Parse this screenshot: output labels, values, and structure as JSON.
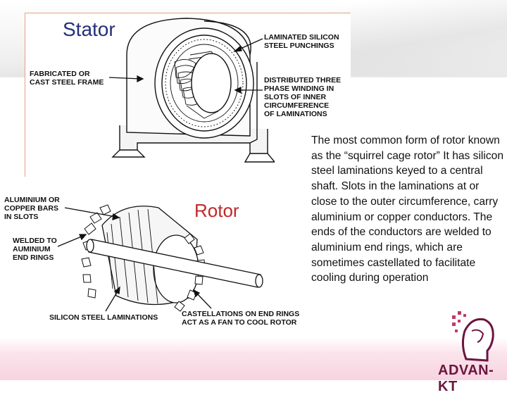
{
  "slide": {
    "stator_title": "Stator",
    "rotor_title": "Rotor",
    "stator_labels": {
      "laminated": "LAMINATED SILICON\nSTEEL PUNCHINGS",
      "frame": "FABRICATED OR\nCAST STEEL FRAME",
      "winding": "DISTRIBUTED THREE\nPHASE WINDING IN\nSLOTS OF INNER\nCIRCUMFERENCE\nOF LAMINATIONS"
    },
    "rotor_labels": {
      "bars": "ALUMINIUM OR\nCOPPER BARS\nIN SLOTS",
      "welded": "WELDED TO\nAUMINIUM\nEND RINGS",
      "laminations": "SILICON STEEL LAMINATIONS",
      "castellations": "CASTELLATIONS ON END RINGS\nACT AS A FAN TO COOL ROTOR"
    },
    "description": "The most common form of rotor known as the “squirrel cage rotor” It has silicon steel laminations keyed to a central shaft.  Slots in the laminations at or close to the outer circumference, carry aluminium or copper conductors. The ends of the conductors are welded to aluminium end rings, which are sometimes castellated to facilitate cooling during operation",
    "logo_text": "ADVAN-KT",
    "colors": {
      "title_blue": "#23307a",
      "rotor_red": "#c0282a",
      "logo_maroon": "#6b1540",
      "pink_band": "#f7d3e0"
    }
  }
}
